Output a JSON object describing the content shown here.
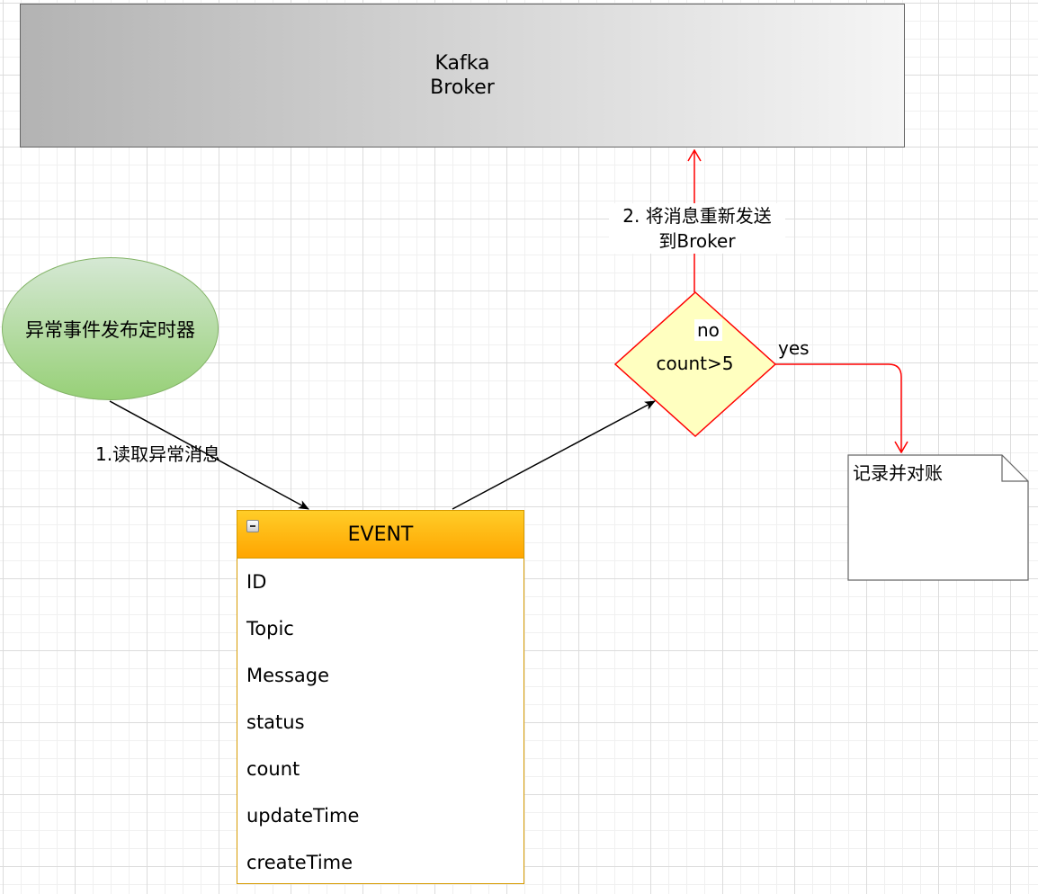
{
  "broker": {
    "line1": "Kafka",
    "line2": "Broker"
  },
  "timer": {
    "label": "异常事件发布定时器"
  },
  "event": {
    "title": "EVENT",
    "fields": [
      "ID",
      "Topic",
      "Message",
      "status",
      "count",
      "updateTime",
      "createTime"
    ]
  },
  "decision": {
    "label": "count>5",
    "no_label": "no",
    "yes_label": "yes"
  },
  "edges": {
    "read_label": "1.读取异常消息",
    "resend_label_line1": "2. 将消息重新发送",
    "resend_label_line2": "到Broker"
  },
  "note": {
    "label": "记录并对账"
  },
  "colors": {
    "flow_edge": "#000000",
    "decision_edge": "#ff0000",
    "decision_fill": "#ffffc0",
    "timer_fill_top": "#d5e8d4",
    "timer_fill_bottom": "#97d077",
    "event_header_top": "#ffcd28",
    "event_header_bottom": "#ffa500"
  }
}
